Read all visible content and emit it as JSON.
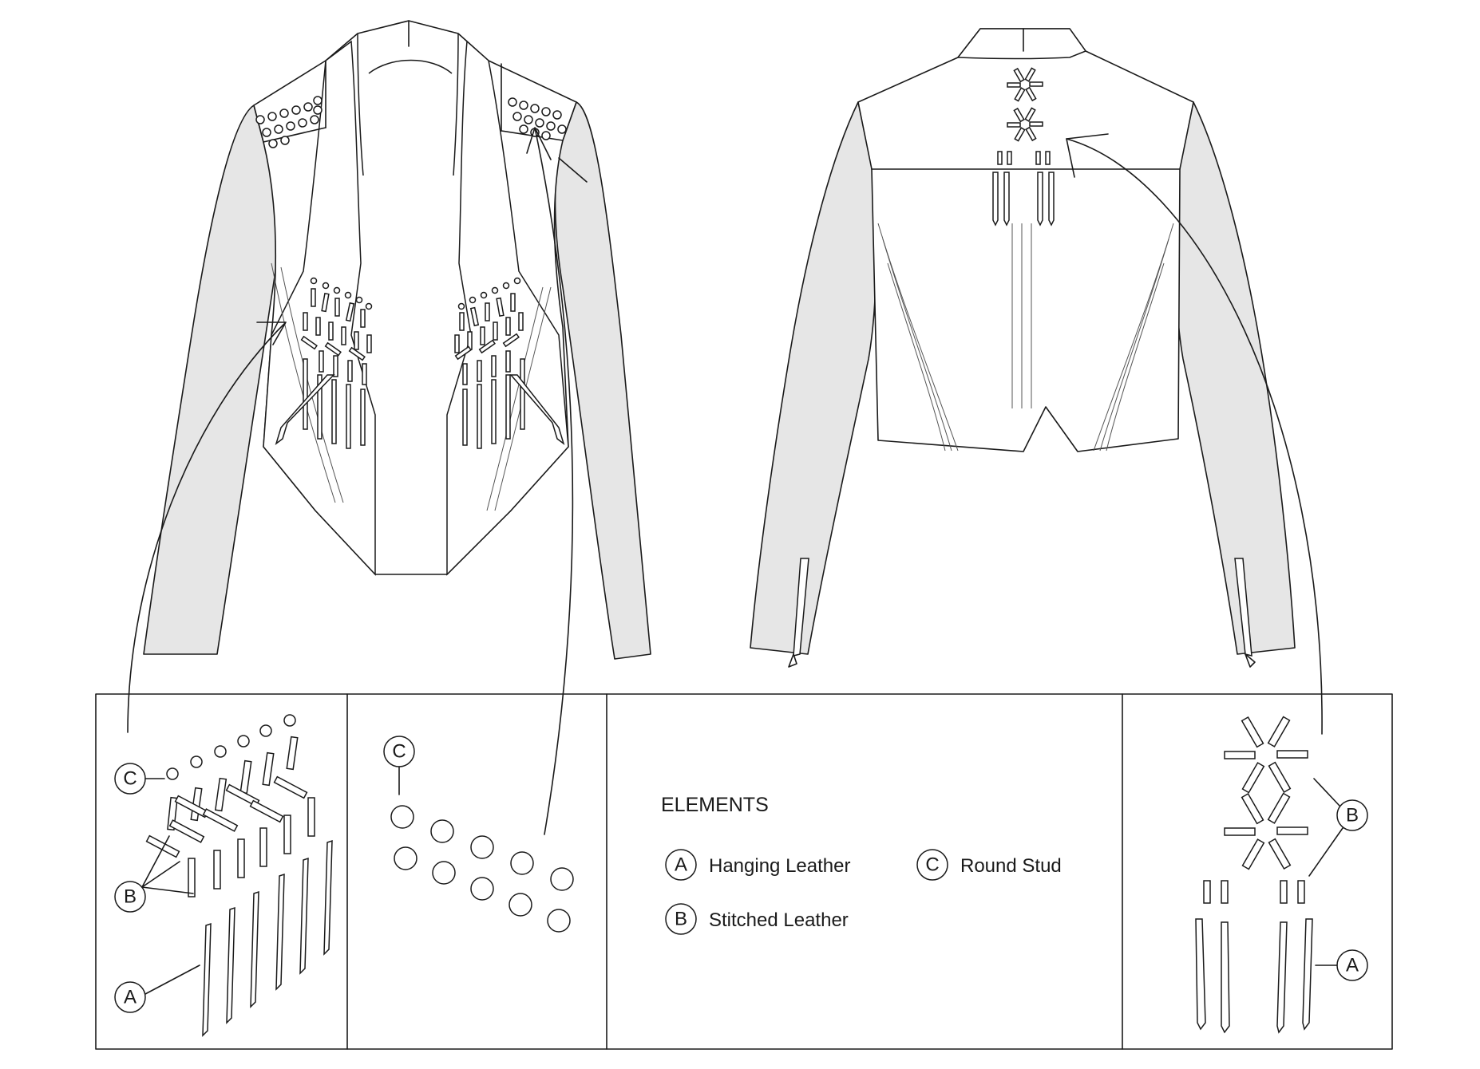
{
  "elements_panel": {
    "heading": "ELEMENTS",
    "items": [
      {
        "letter": "A",
        "label": "Hanging Leather"
      },
      {
        "letter": "B",
        "label": "Stitched Leather"
      },
      {
        "letter": "C",
        "label": "Round Stud"
      }
    ]
  },
  "detail_callouts": {
    "panel1": [
      "C",
      "B",
      "A"
    ],
    "panel2": [
      "C"
    ],
    "panel4": [
      "B",
      "A"
    ]
  }
}
